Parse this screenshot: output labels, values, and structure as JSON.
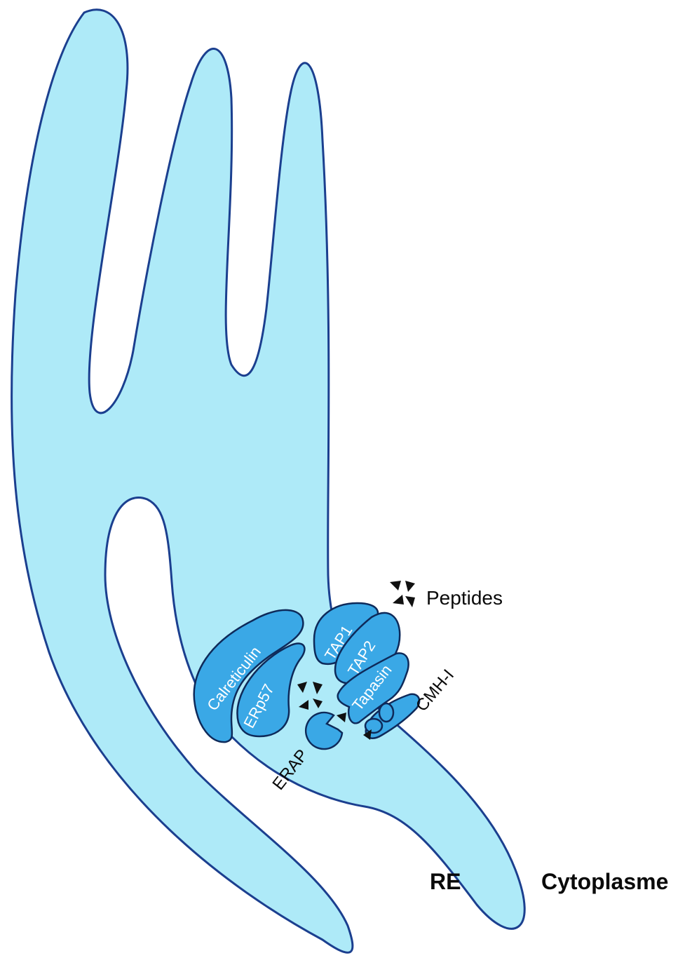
{
  "labels": {
    "peptides": "Peptides",
    "cmh": "CMH-I",
    "erap": "ERAP",
    "re": "RE",
    "cytoplasme": "Cytoplasme"
  },
  "proteins": {
    "calreticulin": "Calreticulin",
    "erp57": "ERp57",
    "tap1": "TAP1",
    "tap2": "TAP2",
    "tapasin": "Tapasin"
  },
  "colors": {
    "er_fill": "#aeeaf8",
    "outline": "#1b3f8f",
    "protein_fill": "#3aa8e6",
    "peptide": "#111111"
  }
}
